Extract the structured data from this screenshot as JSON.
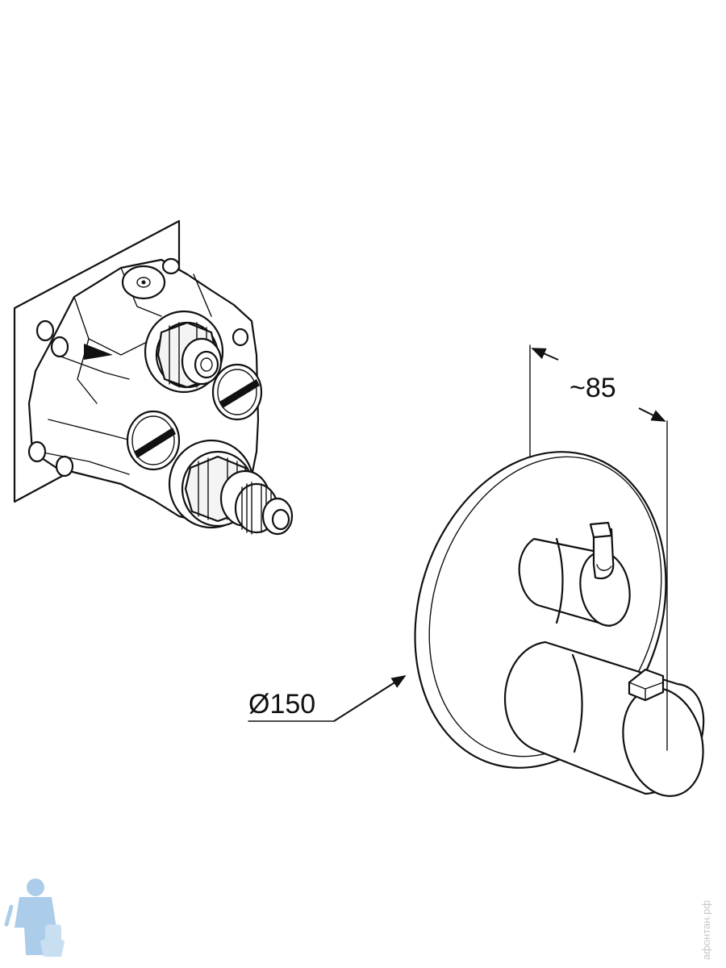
{
  "dimensions": {
    "depth_label": "~85",
    "diameter_label": "Ø150"
  },
  "watermark": {
    "side_text": "афонтан.рф",
    "logo_icon": "plumber-mascot-icon"
  },
  "colors": {
    "line": "#111111",
    "watermark": "#c7c7c7",
    "mascot_blue": "#6aa6d8"
  }
}
